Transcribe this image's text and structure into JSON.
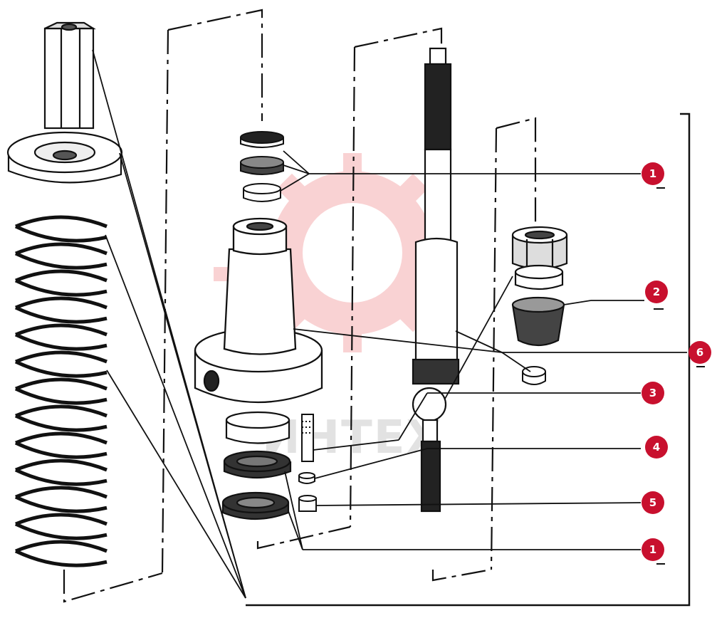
{
  "diagram": {
    "callouts": [
      "1",
      "2",
      "6",
      "3",
      "4",
      "5",
      "1"
    ],
    "watermark": {
      "text": "ИНТЕХ",
      "color": "#e8383d"
    },
    "colors": {
      "ink": "#111111",
      "paper": "#ffffff",
      "marker": "#c8102e"
    }
  }
}
